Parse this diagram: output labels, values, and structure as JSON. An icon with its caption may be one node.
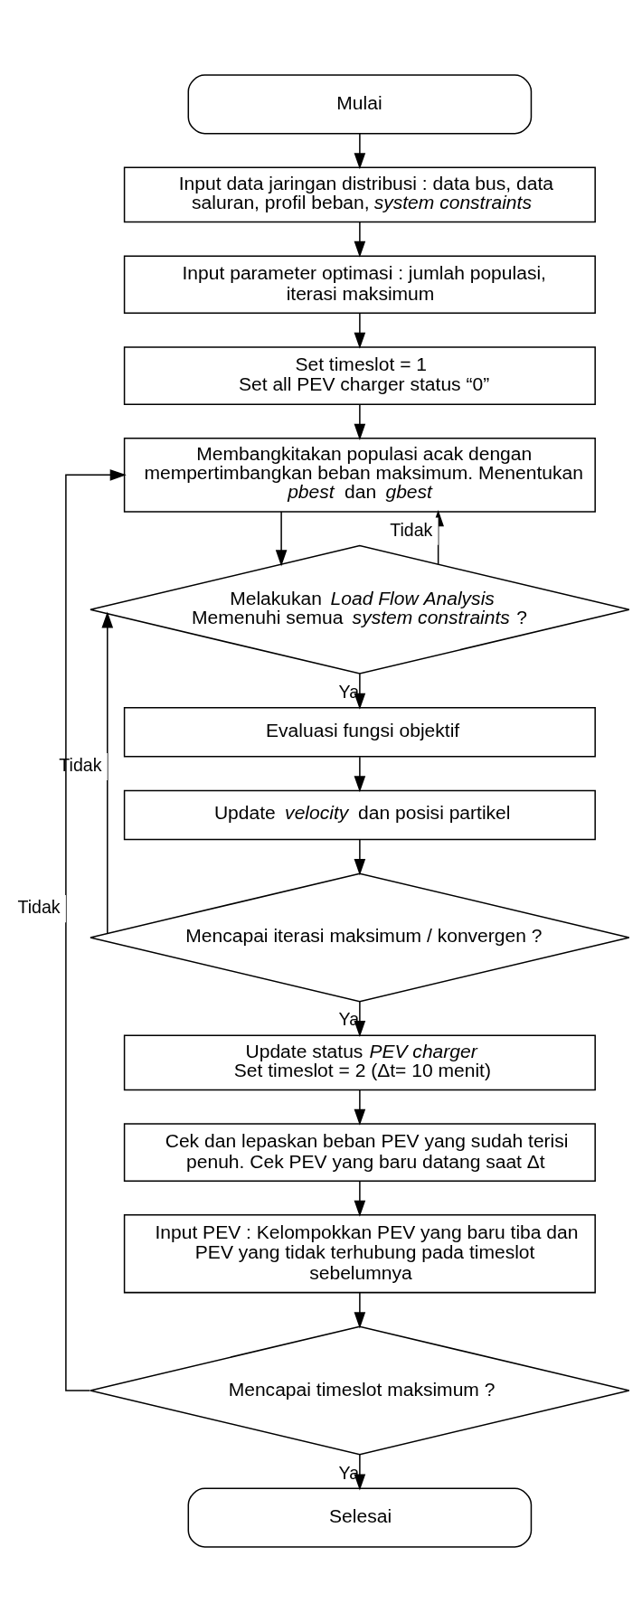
{
  "diagram": {
    "nodes": [
      {
        "text": [
          "Mulai"
        ]
      },
      {
        "text": [
          "Input data jaringan distribusi : data bus, data saluran, profil beban, *system constraints*"
        ]
      },
      {
        "text": [
          "Input parameter optimasi : jumlah populasi, iterasi maksimum"
        ]
      },
      {
        "text": [
          "Set timeslot = 1",
          "Set all PEV charger status “0”"
        ]
      },
      {
        "text": [
          "Membangkitakan populasi acak dengan mempertimbangkan beban maksimum. Menentukan *pbest* dan *gbest*"
        ]
      },
      {
        "text": [
          "Melakukan *Load Flow Analysis*",
          "Memenuhi semua *system constraints* ?"
        ]
      },
      {
        "text": [
          "Evaluasi fungsi objektif"
        ]
      },
      {
        "text": [
          "Update *velocity* dan posisi partikel"
        ]
      },
      {
        "text": [
          "Mencapai iterasi maksimum / konvergen ?"
        ]
      },
      {
        "text": [
          "Update status *PEV charger*",
          "Set timeslot = 2 (Δt= 10 menit)"
        ]
      },
      {
        "text": [
          "Cek dan lepaskan beban PEV yang sudah terisi penuh. Cek PEV yang baru datang saat Δt"
        ]
      },
      {
        "text": [
          "Input PEV : Kelompokkan PEV yang baru tiba dan PEV yang tidak terhubung pada timeslot sebelumnya"
        ]
      },
      {
        "text": [
          "Mencapai timeslot maksimum ?"
        ]
      },
      {
        "text": [
          "Selesai"
        ]
      }
    ],
    "edges": [
      {
        "from": 0,
        "to": 1,
        "arrow": "to"
      },
      {
        "from": 1,
        "to": 2,
        "arrow": "to"
      },
      {
        "from": 2,
        "to": 3,
        "arrow": "to"
      },
      {
        "from": 3,
        "to": 4,
        "arrow": "to"
      },
      {
        "from": 4,
        "to": 5,
        "arrow": "to"
      },
      {
        "from": 5,
        "to": 4,
        "arrow": "to",
        "label": "Tidak"
      },
      {
        "from": 5,
        "to": 6,
        "arrow": "to",
        "label": "Ya"
      },
      {
        "from": 6,
        "to": 7,
        "arrow": "to"
      },
      {
        "from": 7,
        "to": 8,
        "arrow": "to"
      },
      {
        "from": 8,
        "to": 5,
        "arrow": "to",
        "label": "Tidak"
      },
      {
        "from": 8,
        "to": 9,
        "arrow": "to",
        "label": "Ya"
      },
      {
        "from": 9,
        "to": 10,
        "arrow": "to"
      },
      {
        "from": 10,
        "to": 11,
        "arrow": "to"
      },
      {
        "from": 11,
        "to": 12,
        "arrow": "to"
      },
      {
        "from": 12,
        "to": 4,
        "arrow": "to",
        "label": "Tidak"
      },
      {
        "from": 12,
        "to": 13,
        "arrow": "to",
        "label": "Ya"
      }
    ]
  }
}
